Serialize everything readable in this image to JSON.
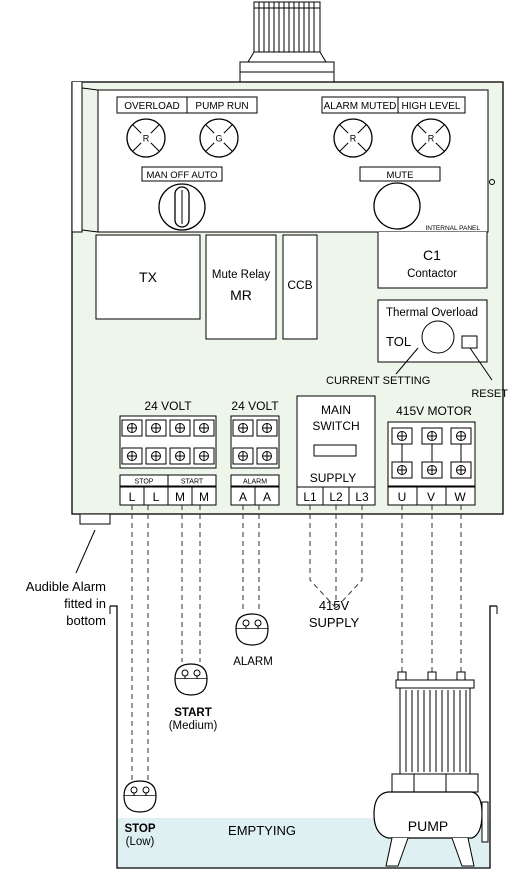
{
  "panel": {
    "lamps": [
      {
        "label": "OVERLOAD",
        "letter": "R"
      },
      {
        "label": "PUMP RUN",
        "letter": "G"
      },
      {
        "label": "ALARM MUTED",
        "letter": "R"
      },
      {
        "label": "HIGH LEVEL",
        "letter": "R"
      }
    ],
    "selector_label": "MAN  OFF AUTO",
    "mute_label": "MUTE",
    "internal_panel": "INTERNAL PANEL"
  },
  "components": {
    "tx": "TX",
    "mute_relay": "Mute Relay",
    "mute_relay_code": "MR",
    "ccb": "CCB",
    "c1": "C1",
    "contactor": "Contactor",
    "thermal_overload": "Thermal Overload",
    "tol": "TOL",
    "current_setting": "CURRENT SETTING",
    "reset": "RESET"
  },
  "terminals": {
    "volt24_a": "24 VOLT",
    "volt24_b": "24 VOLT",
    "stop_label": "STOP",
    "start_label": "START",
    "alarm_label": "ALARM",
    "stop_terms": [
      "L",
      "L"
    ],
    "start_terms": [
      "M",
      "M"
    ],
    "alarm_terms": [
      "A",
      "A"
    ],
    "main_switch_1": "MAIN",
    "main_switch_2": "SWITCH",
    "supply": "SUPPLY",
    "supply_terms": [
      "L1",
      "L2",
      "L3"
    ],
    "motor_label": "415V  MOTOR",
    "motor_terms": [
      "U",
      "V",
      "W"
    ]
  },
  "field": {
    "audible_1": "Audible Alarm",
    "audible_2": "fitted in",
    "audible_3": "bottom",
    "supply_1": "415V",
    "supply_2": "SUPPLY",
    "alarm_float": "ALARM",
    "start_float": "START",
    "start_sub": "(Medium)",
    "stop_float": "STOP",
    "stop_sub": "(Low)",
    "emptying": "EMPTYING",
    "pump": "PUMP"
  },
  "colors": {
    "panel_fill": "#eef5ea",
    "water_fill": "#dff0f3"
  }
}
